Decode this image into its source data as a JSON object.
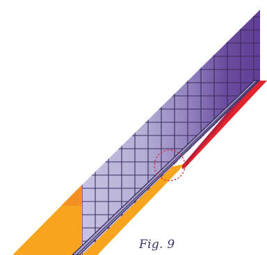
{
  "figure": {
    "caption": "Fig. 9",
    "colors": {
      "orange": "#f7a51f",
      "orange_dark": "#f39021",
      "red": "#e1252f",
      "red_dark": "#b81f3a",
      "panel_light": "#b3aed4",
      "panel_mid": "#9b8fc3",
      "panel_dark": "#5f3f95",
      "strip": "#a79fcb",
      "grid_line": "#3b2a5e",
      "highlight_circle": "#e1252f"
    },
    "parts": [
      "orange-base-band",
      "red-band",
      "purple-gradient-panel",
      "grid-overlay",
      "diagonal-strip",
      "highlight-circle"
    ]
  }
}
